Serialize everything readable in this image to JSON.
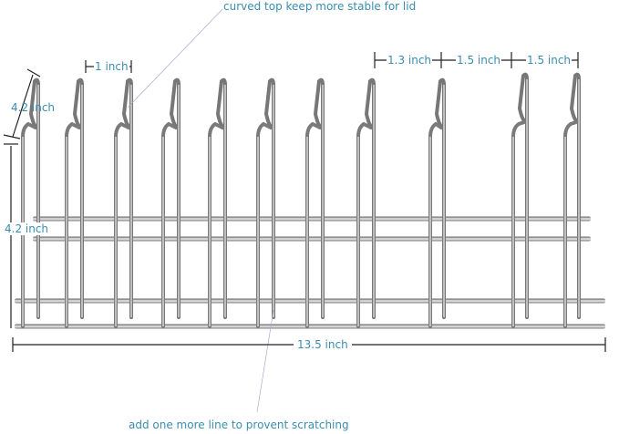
{
  "annotations": {
    "top_callout": "curved top keep more stable for lid",
    "bottom_callout": "add one more line to provent scratching",
    "width_label": "13.5 inch",
    "height_label": "4.2 inch",
    "slant_label": "4.2 inch",
    "wire_gap": "1 inch",
    "spacing": [
      "1.3 inch",
      "1.5 inch",
      "1.5 inch"
    ]
  },
  "colors": {
    "label": "#3a8db0",
    "wire": "#9a9a9a",
    "dim_line": "#222222"
  }
}
